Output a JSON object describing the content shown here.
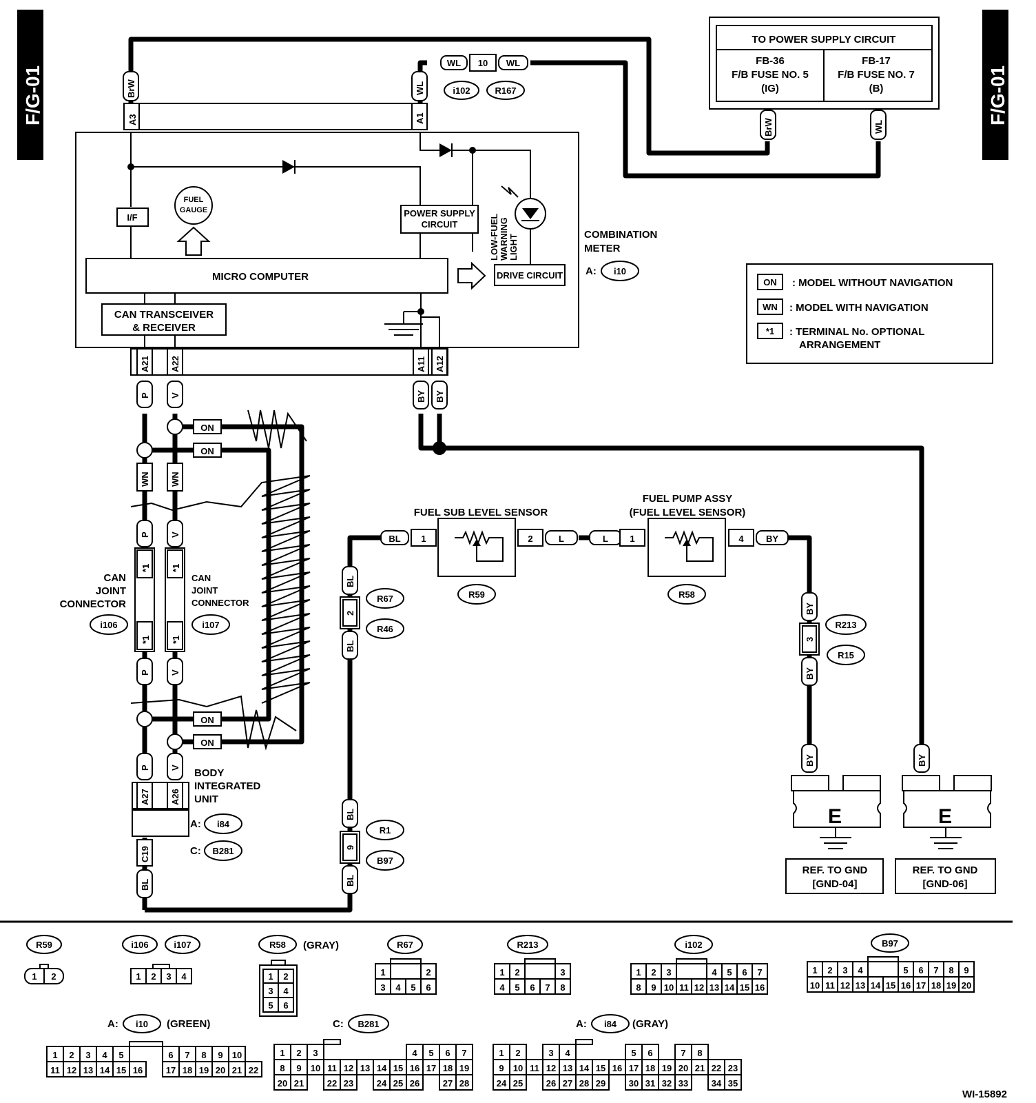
{
  "page_code": "F/G-01",
  "figure_id": "WI-15892",
  "power_supply": {
    "title": "TO POWER SUPPLY CIRCUIT",
    "fuse_left_1": "FB-36",
    "fuse_left_2": "F/B FUSE NO. 5",
    "fuse_left_3": "(IG)",
    "fuse_right_1": "FB-17",
    "fuse_right_2": "F/B FUSE NO. 7",
    "fuse_right_3": "(B)"
  },
  "legend": {
    "on_code": "ON",
    "on_text": ": MODEL WITHOUT NAVIGATION",
    "wn_code": "WN",
    "wn_text": ": MODEL WITH NAVIGATION",
    "star_code": "*1",
    "star_text_1": ": TERMINAL No. OPTIONAL",
    "star_text_2": "ARRANGEMENT"
  },
  "meter": {
    "label_1": "COMBINATION",
    "label_2": "METER",
    "conn_prefix": "A:",
    "conn_id": "i10",
    "if_box": "I/F",
    "fuel_gauge_1": "FUEL",
    "fuel_gauge_2": "GAUGE",
    "power_supply_1": "POWER SUPPLY",
    "power_supply_2": "CIRCUIT",
    "low_fuel_1": "LOW-FUEL",
    "low_fuel_2": "WARNING",
    "low_fuel_3": "LIGHT",
    "micro_computer": "MICRO COMPUTER",
    "drive_circuit": "DRIVE CIRCUIT",
    "can_1": "CAN TRANSCEIVER",
    "can_2": "& RECEIVER"
  },
  "wire_colors": {
    "brw": "BrW",
    "wl": "WL",
    "p": "P",
    "v": "V",
    "wn": "WN",
    "by": "BY",
    "bl": "BL",
    "l": "L",
    "on": "ON",
    "star1": "*1"
  },
  "terminals": {
    "a3": "A3",
    "a1": "A1",
    "a21": "A21",
    "a22": "A22",
    "a11": "A11",
    "a12": "A12",
    "a27": "A27",
    "a26": "A26",
    "c19": "C19",
    "n10": "10",
    "n1": "1",
    "n2": "2",
    "n4": "4",
    "n3": "3",
    "n9": "9"
  },
  "connectors": {
    "i102": "i102",
    "r167": "R167",
    "r59": "R59",
    "r58": "R58",
    "r67": "R67",
    "r46": "R46",
    "r213": "R213",
    "r15": "R15",
    "r1": "R1",
    "b97": "B97",
    "i106": "i106",
    "i107": "i107",
    "i84": "i84",
    "b281": "B281",
    "i10": "i10"
  },
  "labels": {
    "can_joint_1": "CAN",
    "can_joint_2": "JOINT",
    "can_joint_3": "CONNECTOR",
    "body_1": "BODY",
    "body_2": "INTEGRATED",
    "body_3": "UNIT",
    "body_a": "A:",
    "body_c": "C:",
    "fuel_sub": "FUEL SUB LEVEL SENSOR",
    "fuel_pump_1": "FUEL PUMP ASSY",
    "fuel_pump_2": "(FUEL LEVEL SENSOR)",
    "ground_e": "E",
    "gnd04_1": "REF. TO GND",
    "gnd04_2": "[GND-04]",
    "gnd06_1": "REF. TO GND",
    "gnd06_2": "[GND-06]"
  },
  "connector_views": {
    "r58_color": "(GRAY)",
    "i10_prefix": "A:",
    "i10_color": "(GREEN)",
    "b281_prefix": "C:",
    "i84_prefix": "A:",
    "i84_color": "(GRAY)"
  }
}
